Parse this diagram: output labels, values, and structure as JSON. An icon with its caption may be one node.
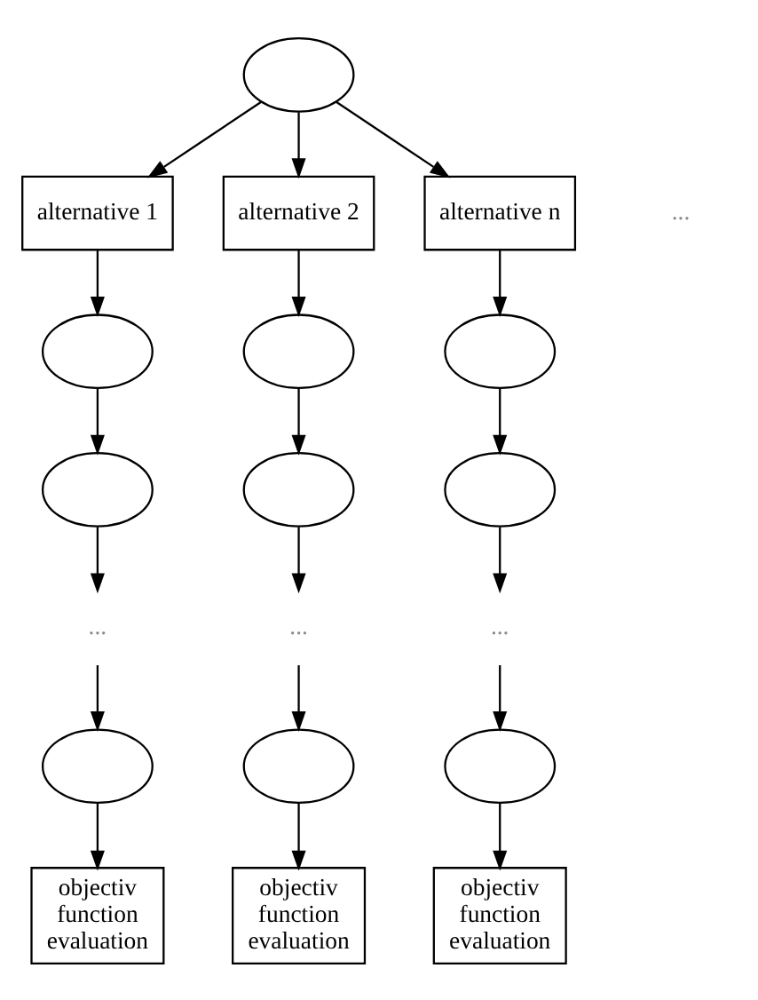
{
  "diagram": {
    "nodes": [
      {
        "text": [],
        "shape": "ellipse"
      },
      {
        "text": [
          "alternative 1"
        ]
      },
      {
        "text": [
          "alternative 2"
        ]
      },
      {
        "text": [
          "alternative n"
        ]
      },
      {
        "text": [],
        "shape": "ellipse"
      },
      {
        "text": [],
        "shape": "ellipse"
      },
      {
        "text": [
          "..."
        ]
      },
      {
        "text": [],
        "shape": "ellipse"
      },
      {
        "text": [
          "objectiv function evaluation"
        ]
      },
      {
        "text": [],
        "shape": "ellipse"
      },
      {
        "text": [],
        "shape": "ellipse"
      },
      {
        "text": [
          "..."
        ]
      },
      {
        "text": [],
        "shape": "ellipse"
      },
      {
        "text": [
          "objectiv function evaluation"
        ]
      },
      {
        "text": [],
        "shape": "ellipse"
      },
      {
        "text": [],
        "shape": "ellipse"
      },
      {
        "text": [
          "..."
        ]
      },
      {
        "text": [],
        "shape": "ellipse"
      },
      {
        "text": [
          "objectiv function evaluation"
        ]
      }
    ],
    "edges": [
      {
        "from": 0,
        "to": 1,
        "arrow": "to"
      },
      {
        "from": 0,
        "to": 2,
        "arrow": "to"
      },
      {
        "from": 0,
        "to": 3,
        "arrow": "to"
      },
      {
        "from": 1,
        "to": 4,
        "arrow": "to"
      },
      {
        "from": 4,
        "to": 5,
        "arrow": "to"
      },
      {
        "from": 5,
        "to": 6,
        "arrow": "to"
      },
      {
        "from": 6,
        "to": 7,
        "arrow": "to"
      },
      {
        "from": 7,
        "to": 8,
        "arrow": "to"
      },
      {
        "from": 2,
        "to": 9,
        "arrow": "to"
      },
      {
        "from": 9,
        "to": 10,
        "arrow": "to"
      },
      {
        "from": 10,
        "to": 11,
        "arrow": "to"
      },
      {
        "from": 11,
        "to": 12,
        "arrow": "to"
      },
      {
        "from": 12,
        "to": 13,
        "arrow": "to"
      },
      {
        "from": 3,
        "to": 14,
        "arrow": "to"
      },
      {
        "from": 14,
        "to": 15,
        "arrow": "to"
      },
      {
        "from": 15,
        "to": 16,
        "arrow": "to"
      },
      {
        "from": 16,
        "to": 17,
        "arrow": "to"
      },
      {
        "from": 17,
        "to": 18,
        "arrow": "to"
      }
    ],
    "labels": [
      "..."
    ]
  }
}
